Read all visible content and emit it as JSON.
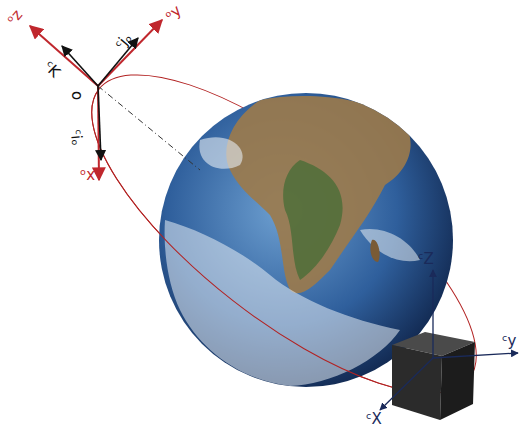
{
  "diagram": {
    "labels": [
      "ᵒz",
      "ᵒy",
      "ᵒx",
      "ᶜK",
      "ᶜjₒ",
      "ᶜiₒ",
      "o",
      "ᶜZ",
      "ᶜy",
      "ᶜX"
    ]
  }
}
